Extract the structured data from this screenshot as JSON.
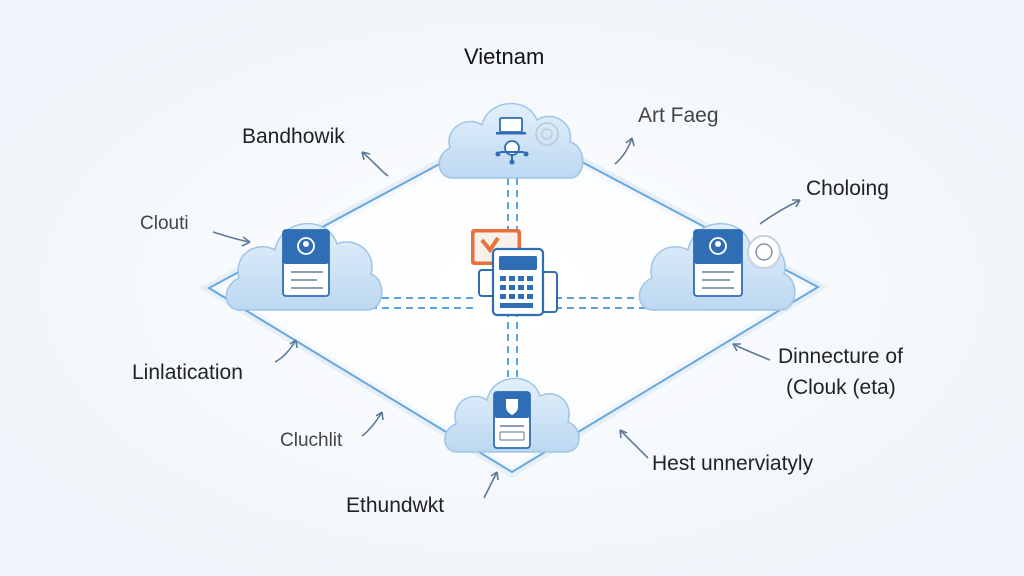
{
  "diagram": {
    "title": "Vietnam",
    "labels": {
      "top_left": "Bandhowik",
      "top_right": "Art Faeg",
      "right_upper": "Choloing",
      "left_upper": "Clouti",
      "left_lower": "Linlatication",
      "right_lower_line1": "Dinnecture of",
      "right_lower_line2": "(Clouk (eta)",
      "bottom_left": "Cluchlit",
      "bottom_right": "Hest unnerviatyly",
      "bottom": "Ethundwkt"
    },
    "colors": {
      "cloud_fill": "#cfe3f6",
      "cloud_stroke": "#9fc4e8",
      "line": "#6aa7dc",
      "card_header": "#2f6db5",
      "accent": "#e8703a",
      "arrow": "#607a96"
    },
    "icons": {
      "top_cloud": "robot-server-icon",
      "left_cloud": "user-card-icon",
      "right_cloud": "user-card-icon",
      "bottom_cloud": "shield-server-icon",
      "center": "device-stack-icon"
    }
  }
}
